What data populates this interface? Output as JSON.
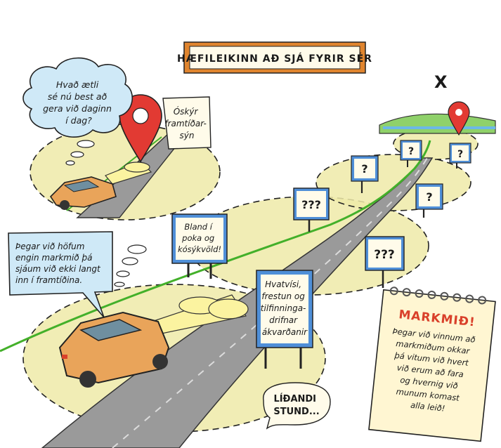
{
  "title": "HÆFILEIKINN AÐ SJÁ FYRIR SÉR",
  "thought_bubble": [
    "Hvað ætli",
    "sé nú best að",
    "gera við daginn",
    "í dag?"
  ],
  "blurry_label": [
    "Óskýr",
    "framtíðar-",
    "sýn"
  ],
  "no_goal_bubble": [
    "Þegar við höfum",
    "engin markmið þá",
    "sjáum við ekki langt",
    "inn í framtíðina."
  ],
  "sign_bland": [
    "Bland í",
    "poka og",
    "kósýkvöld!"
  ],
  "sign_impulse": [
    "Hvatvísi,",
    "frestun og",
    "tilfinninga-",
    "drifnar",
    "ákvarðanir"
  ],
  "sign_q": "?",
  "sign_qqq": "???",
  "passing_moment": [
    "LÍÐANDI",
    "STUND..."
  ],
  "goal_note_title": "MARKMIÐ!",
  "goal_note_body": [
    "Þegar við vinnum að",
    "markmiðum okkar",
    "þá vitum við hvert",
    "við erum að fara",
    "og hvernig við",
    "munum komast",
    "alla leið!"
  ],
  "x_mark": "X",
  "colors": {
    "frame": "#e0852f",
    "sign": "#4f8fd8",
    "bubble": "#cfe9f7",
    "glow": "#eeeaa8",
    "road": "#9a9a9a",
    "grass": "#43b02a",
    "car": "#e9a45a",
    "pin": "#e23a33"
  }
}
